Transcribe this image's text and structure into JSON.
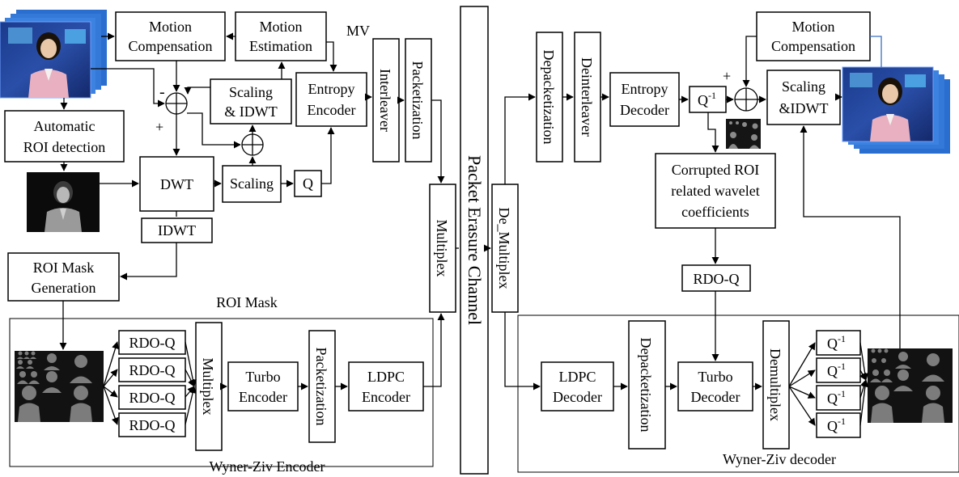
{
  "encoder": {
    "motion_compensation": [
      "Motion",
      "Compensation"
    ],
    "motion_estimation": [
      "Motion",
      "Estimation"
    ],
    "mv_label": "MV",
    "scaling_idwt": [
      "Scaling",
      "& IDWT"
    ],
    "entropy_encoder": [
      "Entropy",
      "Encoder"
    ],
    "interleaver": "Interleaver",
    "packetization": "Packetization",
    "automatic_roi_detection": [
      "Automatic",
      "ROI detection"
    ],
    "dwt": "DWT",
    "scaling": "Scaling",
    "q": "Q",
    "idwt": "IDWT",
    "roi_mask_generation": [
      "ROI Mask",
      "Generation"
    ],
    "roi_mask_label": "ROI Mask",
    "minus_sign": "-",
    "plus_sign": "+",
    "multiplex": "Multiplex"
  },
  "wyner_ziv_encoder": {
    "title": "Wyner-Ziv Encoder",
    "rdo_q": [
      "RDO-Q",
      "RDO-Q",
      "RDO-Q",
      "RDO-Q"
    ],
    "multiplex": "Multiplex",
    "turbo_encoder": [
      "Turbo",
      "Encoder"
    ],
    "packetization": "Packetization",
    "ldpc_encoder": [
      "LDPC",
      "Encoder"
    ]
  },
  "channel": {
    "label": "Packet Erasure Channel"
  },
  "decoder": {
    "de_multiplex": "De_Multiplex",
    "depacketization": "Depacketization",
    "deinterleaver": "Deinterleaver",
    "entropy_decoder": [
      "Entropy",
      "Decoder"
    ],
    "q_inverse": {
      "base": "Q",
      "exp": "-1"
    },
    "plus_sign": "+",
    "motion_compensation": [
      "Motion",
      "Compensation"
    ],
    "scaling_idwt": [
      "Scaling",
      "&IDWT"
    ],
    "corrupted_roi": [
      "Corrupted ROI",
      "related wavelet",
      "coefficients"
    ],
    "rdo_q": "RDO-Q"
  },
  "wyner_ziv_decoder": {
    "title": "Wyner-Ziv decoder",
    "ldpc_decoder": [
      "LDPC",
      "Decoder"
    ],
    "depacketization": "Depacketization",
    "turbo_decoder": [
      "Turbo",
      "Decoder"
    ],
    "demultiplex": "Demultiplex",
    "q_inverse": {
      "base": "Q",
      "exp": "-1"
    }
  }
}
